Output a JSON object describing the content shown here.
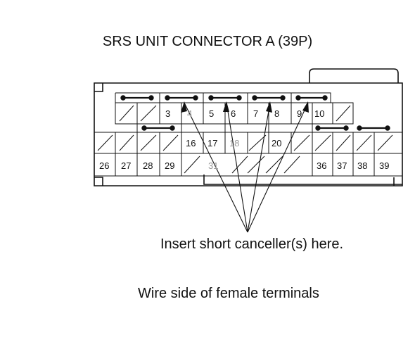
{
  "title": "SRS UNIT CONNECTOR A (39P)",
  "note": "Insert short canceller(s) here.",
  "caption": "Wire side of female terminals",
  "terminals": {
    "row1": [
      "3",
      "4",
      "5",
      "6",
      "7",
      "8",
      "9",
      "10"
    ],
    "row2": [
      "16",
      "17",
      "18",
      "20"
    ],
    "row3": [
      "26",
      "27",
      "28",
      "29",
      "31",
      "36",
      "37",
      "38",
      "39"
    ]
  }
}
